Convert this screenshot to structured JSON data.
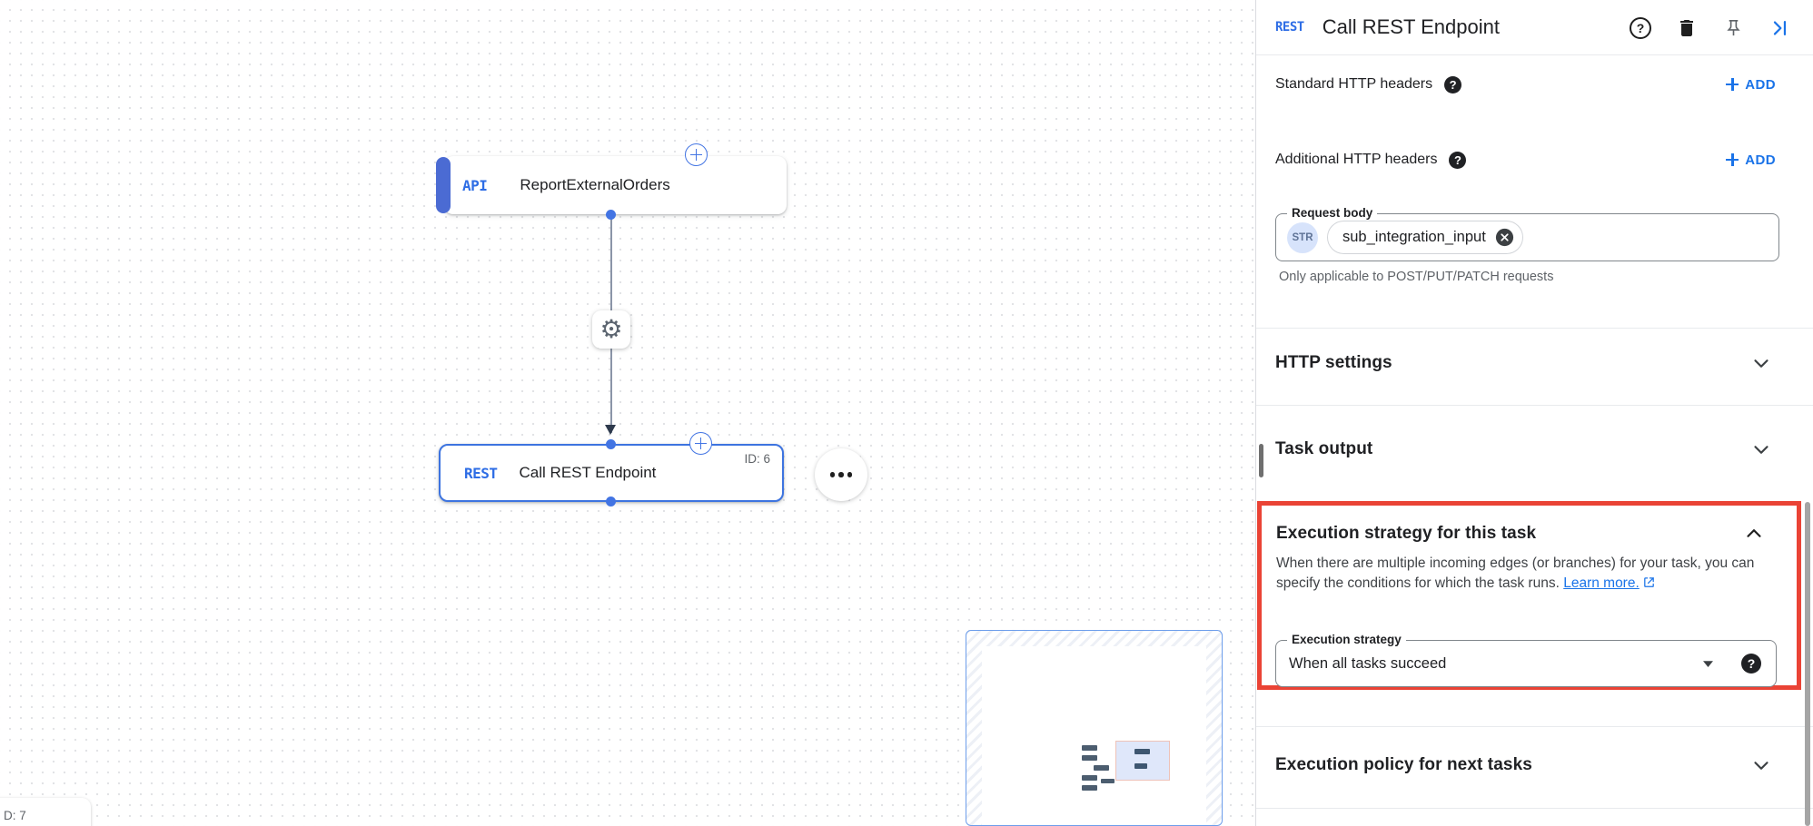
{
  "colors": {
    "accent": "#1a73e8",
    "node_border": "#4285f4",
    "trigger_bar_blue": "#4b6bd3",
    "highlight_red": "#ea4335"
  },
  "icons": {
    "help_glyph": "?",
    "gear_glyph": "⚙"
  },
  "canvas": {
    "trigger_node": {
      "logo": "API",
      "title": "ReportExternalOrders"
    },
    "task_node": {
      "logo": "REST",
      "title": "Call REST Endpoint",
      "id_label": "ID: 6"
    },
    "partial_node_label": "D: 7"
  },
  "panel": {
    "header": {
      "logo": "REST",
      "title": "Call REST Endpoint"
    },
    "standard_headers": {
      "label": "Standard HTTP headers",
      "add_label": "ADD"
    },
    "additional_headers": {
      "label": "Additional HTTP headers",
      "add_label": "ADD"
    },
    "request_body": {
      "label": "Request body",
      "type_chip": "STR",
      "value": "sub_integration_input",
      "helper": "Only applicable to POST/PUT/PATCH requests"
    },
    "http_settings": {
      "label": "HTTP settings"
    },
    "task_output": {
      "label": "Task output"
    },
    "execution_strategy": {
      "title": "Execution strategy for this task",
      "description": "When there are multiple incoming edges (or branches) for your task, you can specify the conditions for which the task runs.",
      "learn_more_label": "Learn more.",
      "field_label": "Execution strategy",
      "field_value": "When all tasks succeed"
    },
    "execution_policy": {
      "label": "Execution policy for next tasks"
    }
  }
}
